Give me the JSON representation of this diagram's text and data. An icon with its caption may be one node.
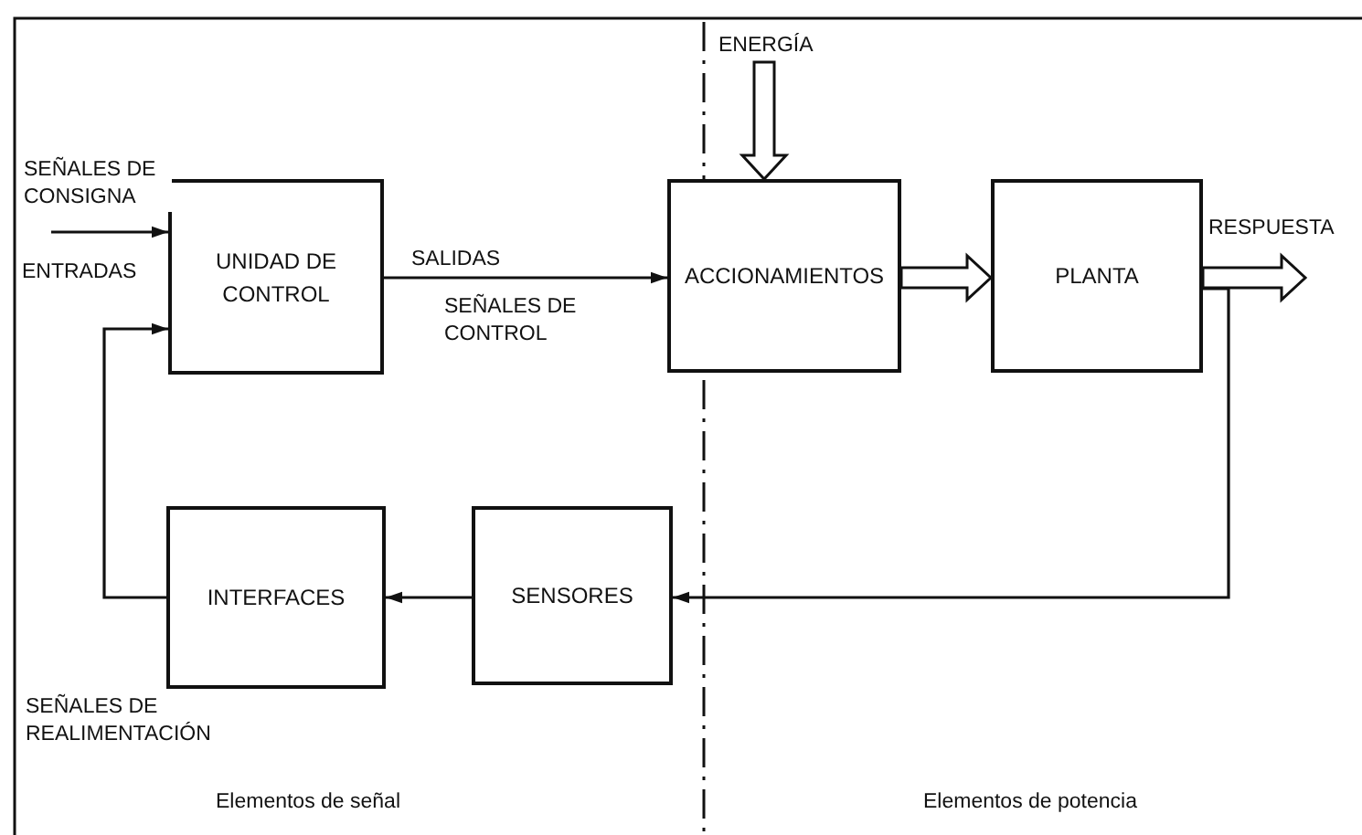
{
  "diagram": {
    "nodes": [
      {
        "text": [
          "UNIDAD DE CONTROL"
        ]
      },
      {
        "text": [
          "ACCIONAMIENTOS"
        ]
      },
      {
        "text": [
          "PLANTA"
        ]
      },
      {
        "text": [
          "INTERFACES"
        ]
      },
      {
        "text": [
          "SENSORES"
        ]
      }
    ],
    "edges": [
      {
        "from": null,
        "to": 0,
        "arrow": "to",
        "label": "SEÑALES DE CONSIGNA"
      },
      {
        "from": 0,
        "to": 1,
        "arrow": "to",
        "label": "SALIDAS"
      },
      {
        "from": null,
        "to": 1,
        "arrow": "to",
        "style": "thick",
        "label": "ENERGÍA"
      },
      {
        "from": 1,
        "to": 2,
        "arrow": "to",
        "style": "thick"
      },
      {
        "from": 2,
        "to": null,
        "arrow": "to",
        "style": "thick",
        "label": "RESPUESTA"
      },
      {
        "from": 2,
        "to": 4,
        "arrow": "to"
      },
      {
        "from": 4,
        "to": 3,
        "arrow": "to"
      },
      {
        "from": 3,
        "to": 0,
        "arrow": "to"
      }
    ],
    "labels": [
      "ENTRADAS",
      "SEÑALES DE CONTROL",
      "SEÑALES DE REALIMENTACIÓN",
      "Elementos de señal",
      "Elementos de potencia"
    ]
  }
}
